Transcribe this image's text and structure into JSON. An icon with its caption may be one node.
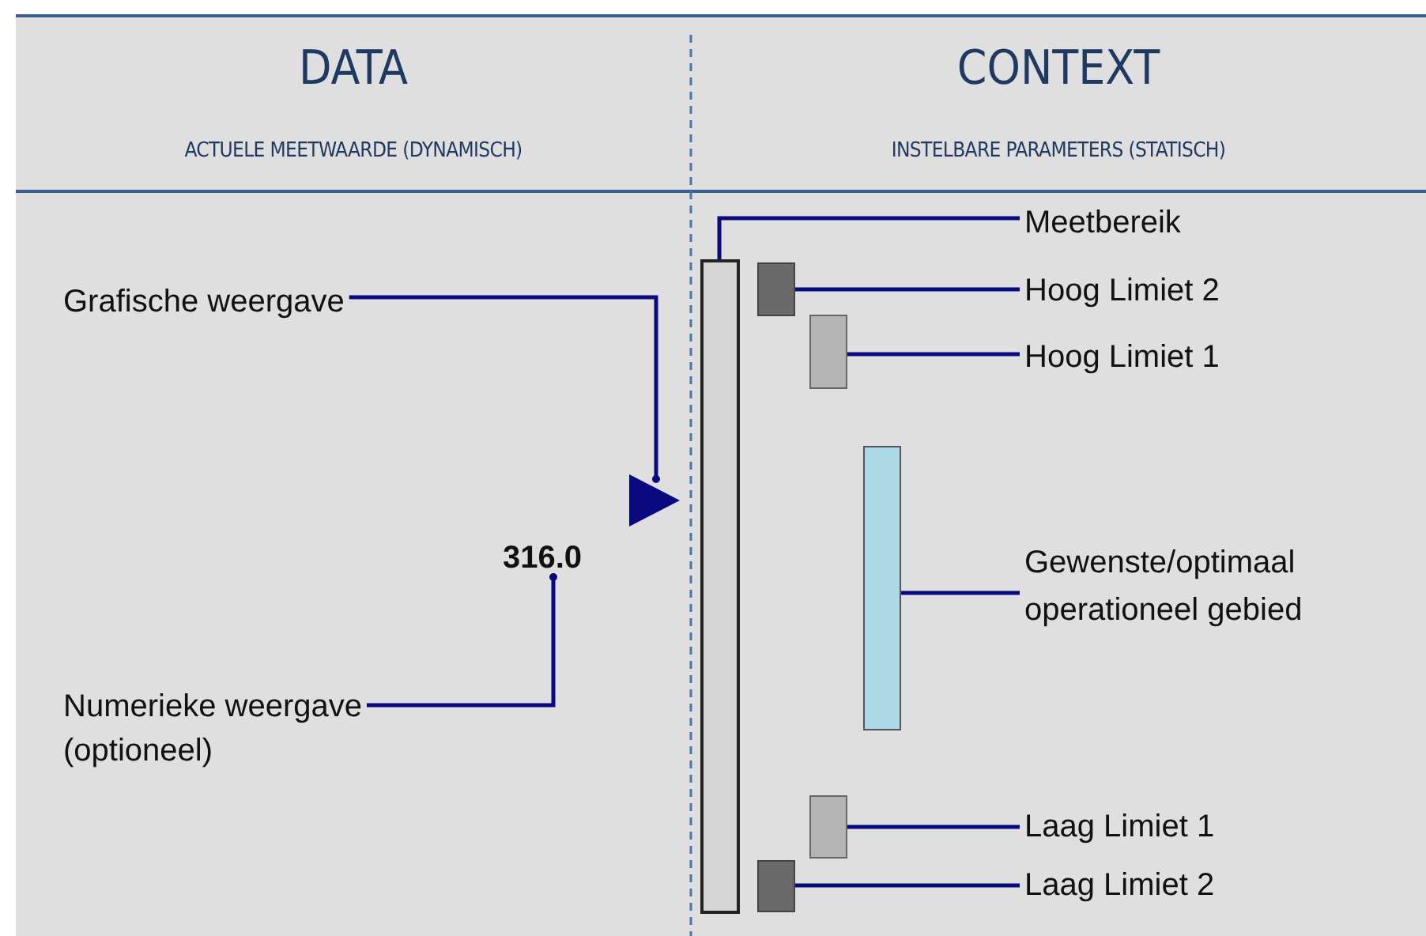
{
  "diagram": {
    "nodes": [
      {
        "text": [
          "Grafische weergave"
        ]
      },
      {
        "text": [],
        "shape": "triangle"
      },
      {
        "text": [
          "316.0"
        ]
      },
      {
        "text": [
          "Numerieke weergave (optioneel)"
        ]
      },
      {
        "text": [
          "Meetbereik"
        ]
      },
      {
        "text": [],
        "shape": "bar"
      },
      {
        "text": [
          "Hoog Limiet 2"
        ]
      },
      {
        "text": [],
        "shape": "box"
      },
      {
        "text": [
          "Hoog Limiet 1"
        ]
      },
      {
        "text": [],
        "shape": "box"
      },
      {
        "text": [],
        "shape": "bar"
      },
      {
        "text": [
          "Gewenste/optimaal operationeel gebied"
        ]
      },
      {
        "text": [
          "Laag Limiet 1"
        ]
      },
      {
        "text": [],
        "shape": "box"
      },
      {
        "text": [
          "Laag Limiet 2"
        ]
      },
      {
        "text": [],
        "shape": "box"
      }
    ],
    "edges": [
      {
        "from": 0,
        "to": 1,
        "arrow": "other"
      },
      {
        "from": 3,
        "to": 2,
        "arrow": "other"
      },
      {
        "from": 4,
        "to": 5,
        "arrow": "other"
      },
      {
        "from": 6,
        "to": 7,
        "arrow": "other"
      },
      {
        "from": 8,
        "to": 9,
        "arrow": "other"
      },
      {
        "from": 11,
        "to": 10,
        "arrow": "other"
      },
      {
        "from": 12,
        "to": 13,
        "arrow": "other"
      },
      {
        "from": 14,
        "to": 15,
        "arrow": "other"
      }
    ],
    "labels": [
      "DATA",
      "ACTUELE MEETWAARDE (DYNAMISCH)",
      "CONTEXT",
      "INSTELBARE PARAMETERS (STATISCH)"
    ]
  }
}
